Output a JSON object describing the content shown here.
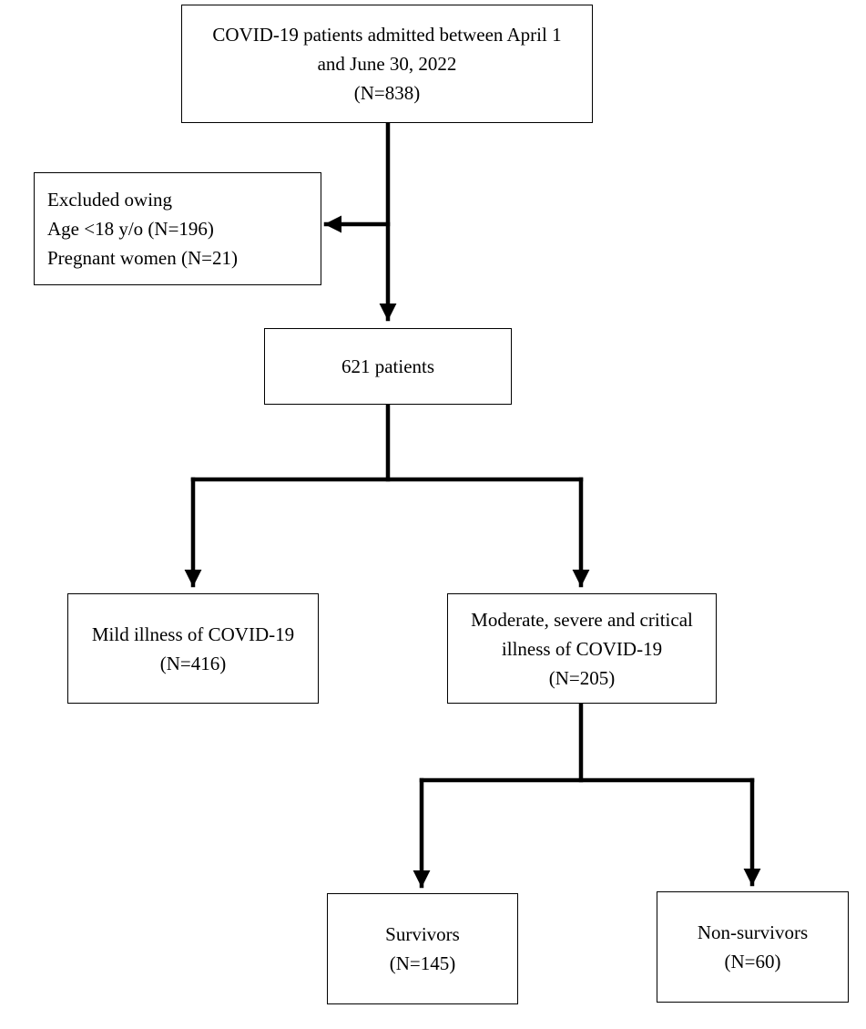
{
  "nodes": {
    "admitted": {
      "lines": [
        "COVID-19 patients admitted between April 1",
        "and June 30, 2022",
        "(N=838)"
      ]
    },
    "excluded": {
      "lines": [
        "Excluded owing",
        "Age <18 y/o (N=196)",
        "Pregnant women (N=21)"
      ]
    },
    "included": {
      "lines": [
        "621 patients"
      ]
    },
    "mild": {
      "lines": [
        "Mild illness of COVID-19",
        "(N=416)"
      ]
    },
    "moderate": {
      "lines": [
        "Moderate, severe and critical",
        "illness of COVID-19",
        "(N=205)"
      ]
    },
    "survivors": {
      "lines": [
        "Survivors",
        "(N=145)"
      ]
    },
    "non_survivors": {
      "lines": [
        "Non-survivors",
        "(N=60)"
      ]
    }
  },
  "edges": [
    {
      "from": "admitted",
      "to": "included"
    },
    {
      "from": "admitted",
      "to": "excluded"
    },
    {
      "from": "included",
      "to": "mild"
    },
    {
      "from": "included",
      "to": "moderate"
    },
    {
      "from": "moderate",
      "to": "survivors"
    },
    {
      "from": "moderate",
      "to": "non_survivors"
    }
  ]
}
